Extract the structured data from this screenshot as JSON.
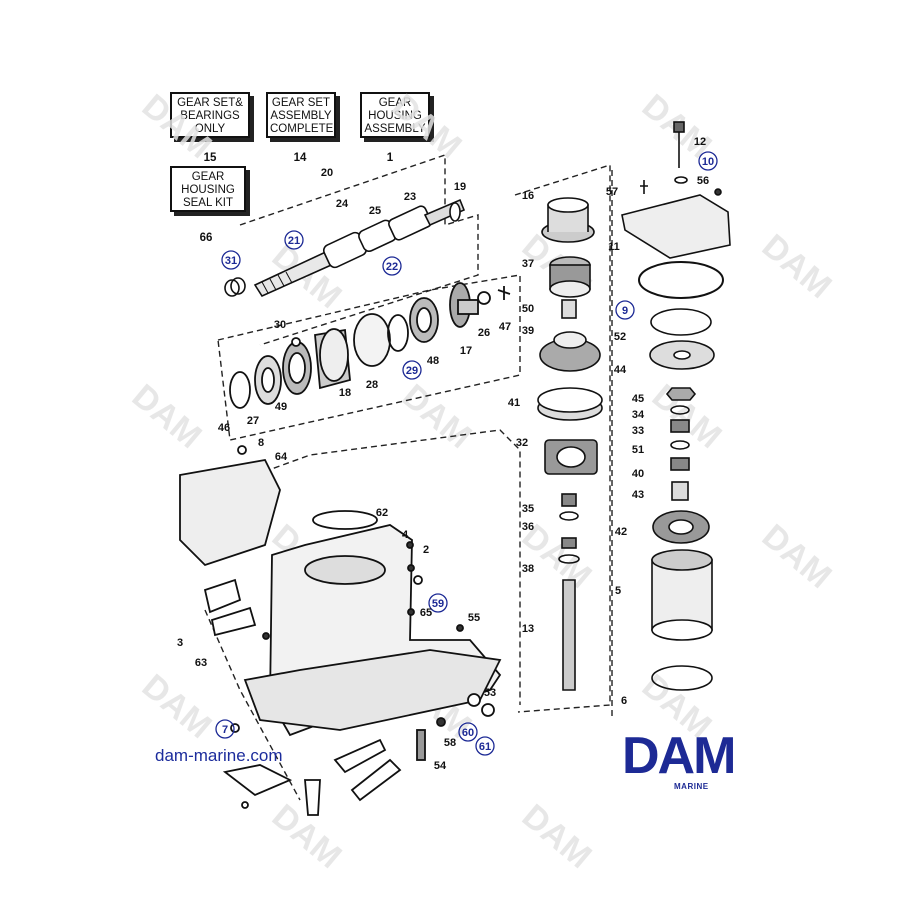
{
  "kits": [
    {
      "label": "GEAR SET&\nBEARINGS\nONLY",
      "number": "15"
    },
    {
      "label": "GEAR SET\nASSEMBLY\nCOMPLETE",
      "number": "14"
    },
    {
      "label": "GEAR\nHOUSING\nASSEMBLY",
      "number": "1"
    },
    {
      "label": "GEAR\nHOUSING\nSEAL KIT",
      "number": "66"
    }
  ],
  "callouts": [
    "20",
    "24",
    "25",
    "23",
    "19",
    "21",
    "22",
    "31",
    "30",
    "18",
    "28",
    "29",
    "48",
    "17",
    "26",
    "47",
    "46",
    "27",
    "49",
    "16",
    "37",
    "50",
    "39",
    "41",
    "32",
    "35",
    "36",
    "38",
    "13",
    "12",
    "10",
    "57",
    "56",
    "11",
    "9",
    "52",
    "44",
    "45",
    "34",
    "33",
    "51",
    "40",
    "43",
    "42",
    "5",
    "6",
    "62",
    "4",
    "2",
    "59",
    "65",
    "55",
    "53",
    "8",
    "64",
    "3",
    "63",
    "7",
    "60",
    "58",
    "61",
    "54"
  ],
  "watermark": "DAM",
  "website": "dam-marine.com",
  "logo": {
    "word": "DAM",
    "sub": "MARINE",
    "color": "#1d2a95"
  }
}
